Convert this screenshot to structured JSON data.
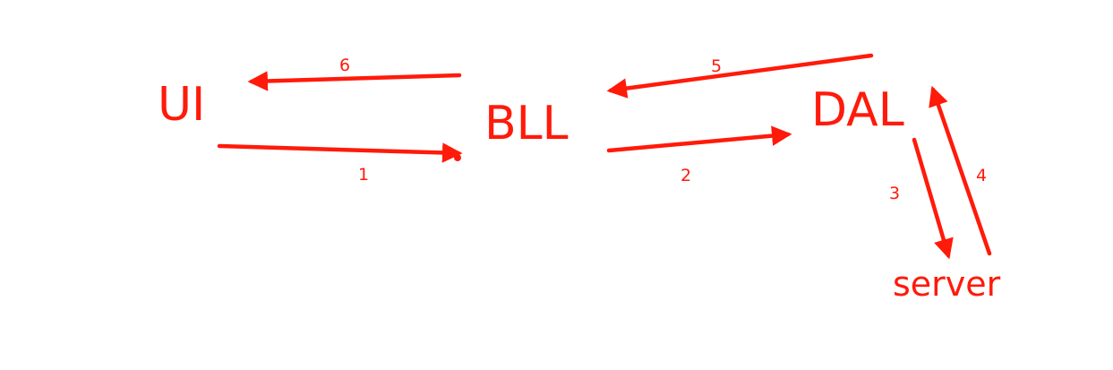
{
  "colors": {
    "stroke": "#ff1a0a"
  },
  "nodes": {
    "ui": "UI",
    "bll": "BLL",
    "dal": "DAL",
    "server": "server"
  },
  "steps": {
    "s1": "1",
    "s2": "2",
    "s3": "3",
    "s4": "4",
    "s5": "5",
    "s6": "6"
  }
}
